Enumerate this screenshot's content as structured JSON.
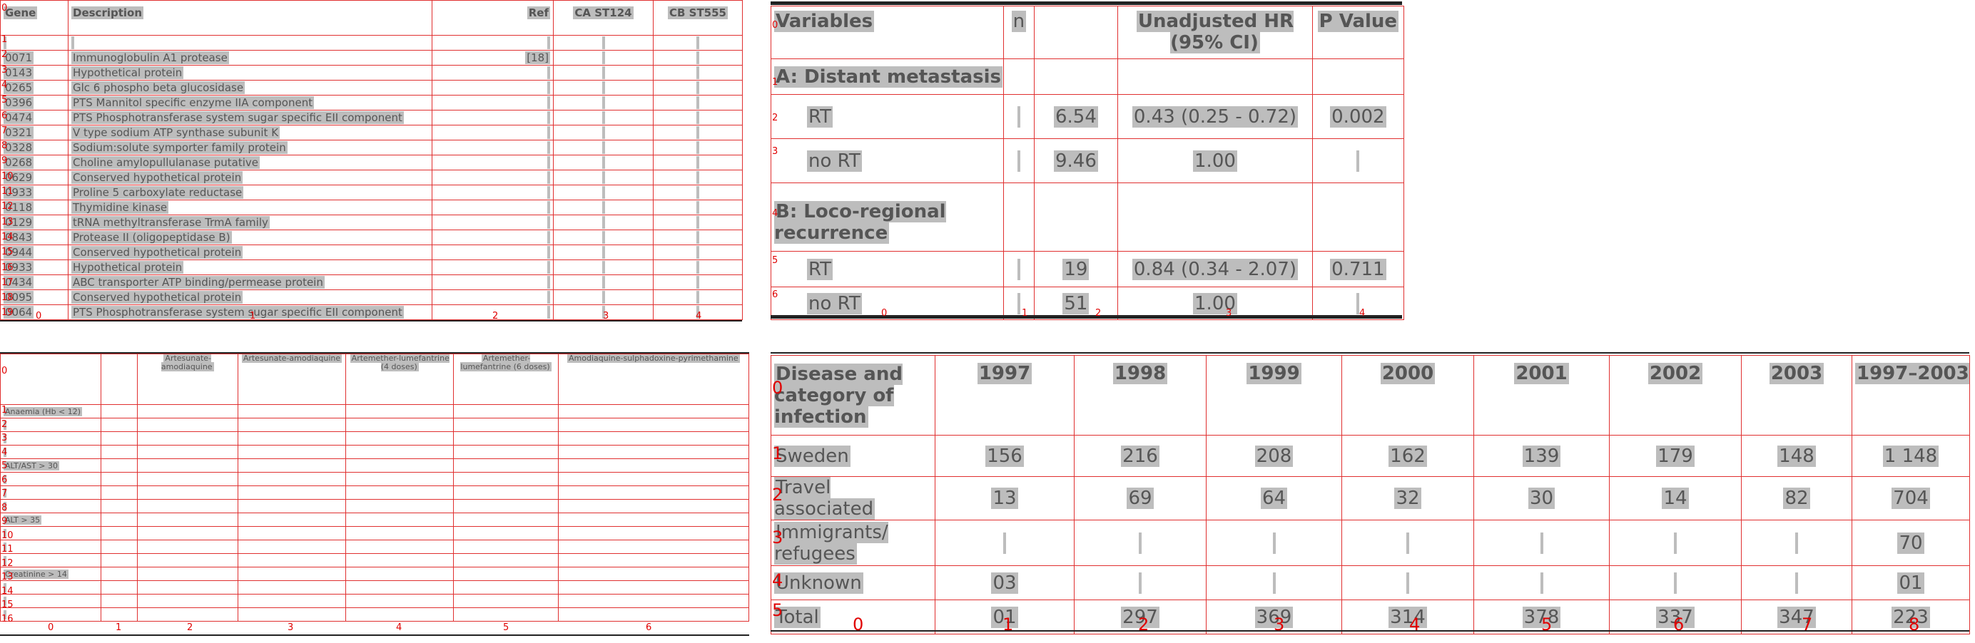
{
  "table1": {
    "headers": [
      "Gene",
      "Description",
      "Ref",
      "CA ST124",
      "CB ST555"
    ],
    "col_indices": [
      "0",
      "1",
      "2",
      "3",
      "4"
    ],
    "rows": [
      {
        "idx": "1",
        "gene": "",
        "desc": "",
        "ref": "",
        "a": "",
        "b": ""
      },
      {
        "idx": "2",
        "gene": "0071",
        "desc": "Immunoglobulin A1 protease",
        "ref": "[18]",
        "a": "",
        "b": ""
      },
      {
        "idx": "3",
        "gene": "0143",
        "desc": "Hypothetical protein",
        "ref": "",
        "a": "",
        "b": ""
      },
      {
        "idx": "4",
        "gene": "0265",
        "desc": "Glc 6 phospho beta glucosidase",
        "ref": "",
        "a": "",
        "b": ""
      },
      {
        "idx": "5",
        "gene": "0396",
        "desc": "PTS Mannitol specific enzyme IIA component",
        "ref": "",
        "a": "",
        "b": ""
      },
      {
        "idx": "6",
        "gene": "0474",
        "desc": "PTS Phosphotransferase system sugar specific EII component",
        "ref": "",
        "a": "",
        "b": ""
      },
      {
        "idx": "7",
        "gene": "0321",
        "desc": "V type sodium ATP synthase subunit K",
        "ref": "",
        "a": "",
        "b": ""
      },
      {
        "idx": "8",
        "gene": "0328",
        "desc": "Sodium:solute symporter family protein",
        "ref": "",
        "a": "",
        "b": ""
      },
      {
        "idx": "9",
        "gene": "0268",
        "desc": "Choline amylopullulanase putative",
        "ref": "",
        "a": "",
        "b": ""
      },
      {
        "idx": "10",
        "gene": "0629",
        "desc": "Conserved hypothetical protein",
        "ref": "",
        "a": "",
        "b": ""
      },
      {
        "idx": "11",
        "gene": "0933",
        "desc": "Proline 5 carboxylate reductase",
        "ref": "",
        "a": "",
        "b": ""
      },
      {
        "idx": "12",
        "gene": "0118",
        "desc": "Thymidine kinase",
        "ref": "",
        "a": "",
        "b": ""
      },
      {
        "idx": "13",
        "gene": "0129",
        "desc": "tRNA methyltransferase TrmA family",
        "ref": "",
        "a": "",
        "b": ""
      },
      {
        "idx": "14",
        "gene": "0843",
        "desc": "Protease II (oligopeptidase B)",
        "ref": "",
        "a": "",
        "b": ""
      },
      {
        "idx": "15",
        "gene": "0944",
        "desc": "Conserved hypothetical protein",
        "ref": "",
        "a": "",
        "b": ""
      },
      {
        "idx": "16",
        "gene": "0933",
        "desc": "Hypothetical protein",
        "ref": "",
        "a": "",
        "b": ""
      },
      {
        "idx": "17",
        "gene": "0434",
        "desc": "ABC transporter ATP binding/permease protein",
        "ref": "",
        "a": "",
        "b": ""
      },
      {
        "idx": "18",
        "gene": "0095",
        "desc": "Conserved hypothetical protein",
        "ref": "",
        "a": "",
        "b": ""
      },
      {
        "idx": "19",
        "gene": "0064",
        "desc": "PTS Phosphotransferase system sugar specific EII component",
        "ref": "",
        "a": "",
        "b": ""
      }
    ]
  },
  "table2": {
    "headers": [
      "Variables",
      "n",
      "",
      "Unadjusted HR (95% CI)",
      "P Value"
    ],
    "col_indices": [
      "0",
      "1",
      "2",
      "3",
      "4"
    ],
    "sections": [
      {
        "idx": "1",
        "title": "A: Distant metastasis"
      },
      {
        "idx": "4",
        "title": "B: Loco-regional recurrence"
      }
    ],
    "rows": [
      {
        "idx": "2",
        "var": "RT",
        "n": "",
        "ev": "6.54",
        "hr": "0.43 (0.25 - 0.72)",
        "p": "0.002"
      },
      {
        "idx": "3",
        "var": "no RT",
        "n": "",
        "ev": "9.46",
        "hr": "1.00",
        "p": ""
      },
      {
        "idx": "5",
        "var": "RT",
        "n": "",
        "ev": "19",
        "hr": "0.84 (0.34 - 2.07)",
        "p": "0.711"
      },
      {
        "idx": "6",
        "var": "no RT",
        "n": "",
        "ev": "51",
        "hr": "1.00",
        "p": ""
      }
    ]
  },
  "table3": {
    "headers": [
      "",
      "",
      "Artesunate-amodiaquine",
      "Artesunate-amodiaquine",
      "Artemether-lumefantrine (4 doses)",
      "Artemether-lumefantrine (6 doses)",
      "Amodiaquine-sulphadoxine-pyrimethamine"
    ],
    "col_indices": [
      "0",
      "1",
      "2",
      "3",
      "4",
      "5",
      "6"
    ],
    "row_indices": [
      "1",
      "2",
      "3",
      "4",
      "5",
      "6",
      "7",
      "8",
      "9",
      "10",
      "11",
      "12",
      "13",
      "14",
      "15",
      "16"
    ],
    "row_labels": [
      "Anaemia (Hb < 12)",
      "",
      "",
      "",
      "ALT/AST > 30",
      "",
      "",
      "",
      "ALT > 35",
      "",
      "",
      "",
      "Creatinine > 14",
      "",
      "",
      ""
    ]
  },
  "table4": {
    "headers": [
      "Disease and category of infection",
      "1997",
      "1998",
      "1999",
      "2000",
      "2001",
      "2002",
      "2003",
      "1997–2003"
    ],
    "col_indices": [
      "0",
      "1",
      "2",
      "3",
      "4",
      "5",
      "6",
      "7",
      "8"
    ],
    "rows": [
      {
        "idx": "1",
        "cells": [
          "Sweden",
          "156",
          "216",
          "208",
          "162",
          "139",
          "179",
          "148",
          "1 148"
        ]
      },
      {
        "idx": "2",
        "cells": [
          "Travel associated",
          "13",
          "69",
          "64",
          "32",
          "30",
          "14",
          "82",
          "704"
        ]
      },
      {
        "idx": "3",
        "cells": [
          "Immigrants/ refugees",
          "",
          "",
          "",
          "",
          "",
          "",
          "",
          "70"
        ]
      },
      {
        "idx": "4",
        "cells": [
          "Unknown",
          "03",
          "",
          "",
          "",
          "",
          "",
          "",
          "01"
        ]
      },
      {
        "idx": "5",
        "cells": [
          "Total",
          "01",
          "297",
          "369",
          "314",
          "378",
          "337",
          "347",
          "223"
        ]
      }
    ]
  }
}
